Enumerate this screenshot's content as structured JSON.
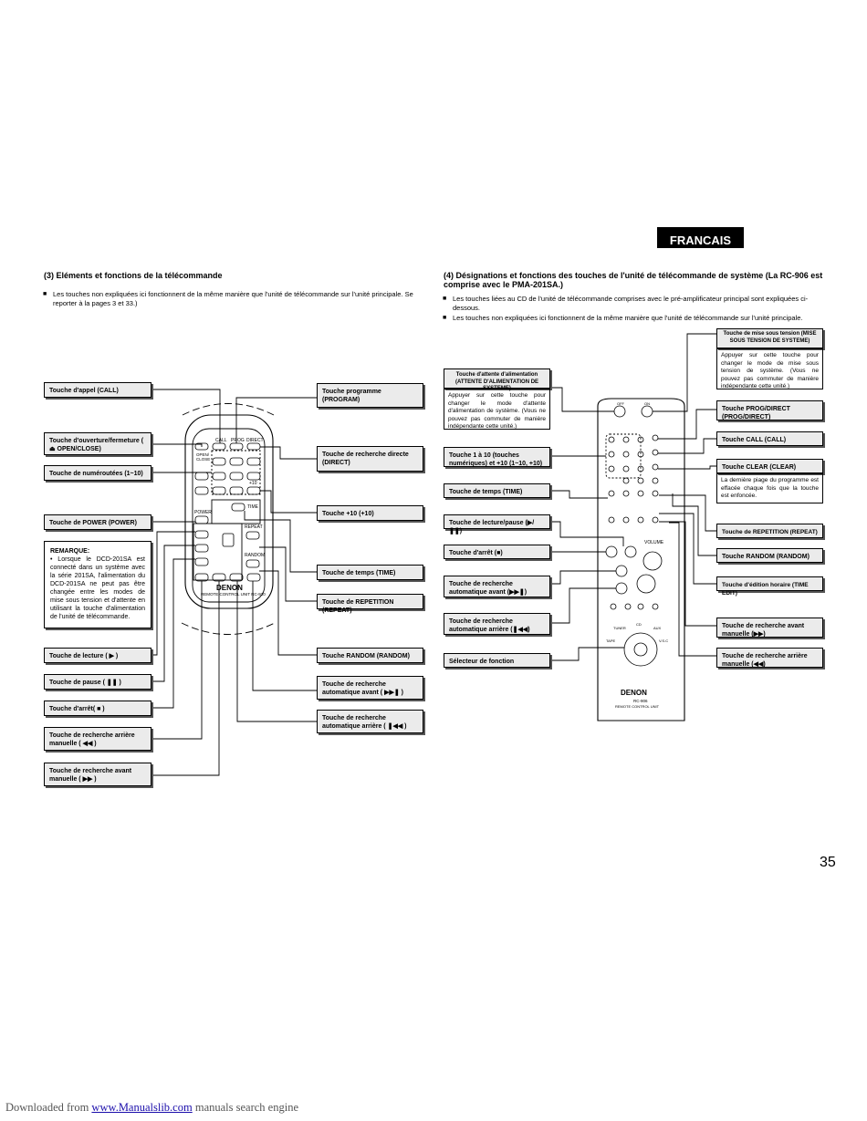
{
  "lang_tab": "FRANCAIS",
  "page_number": "35",
  "footer": {
    "prefix": "Downloaded from ",
    "link": "www.Manualslib.com",
    "suffix": " manuals search engine"
  },
  "left": {
    "title": "(3)  Eléments et fonctions de la télécommande",
    "bullet1": "Les touches non expliquées ici fonctionnent de la même manière que l'unité de télécommande sur l'unité principale. Se reporter à la pages 3 et 33.)",
    "labels": {
      "call": "Touche d'appel (CALL)",
      "open": "Touche d'ouverture/fermeture ( ⏏ OPEN/CLOSE)",
      "num": "Touche de numéroutées (1~10)",
      "power": "Touche de POWER (POWER)",
      "play": "Touche de lecture ( ▶ )",
      "pause": "Touche de pause ( ❚❚ )",
      "stop": "Touche d'arrêt( ■ )",
      "rew": "Touche de recherche arrière manuelle ( ◀◀ )",
      "ff": "Touche de recherche avant manuelle ( ▶▶ )",
      "program": "Touche programme (PROGRAM)",
      "direct": "Touche de recherche directe (DIRECT)",
      "plus10": "Touche +10 (+10)",
      "time": "Touche de temps (TIME)",
      "repeat": "Touche de REPETITION (REPEAT)",
      "random": "Touche RANDOM (RANDOM)",
      "next": "Touche de recherche automatique avant ( ▶▶❚ )",
      "prev": "Touche de recherche automatique arrière ( ❚◀◀ )"
    },
    "note_title": "REMARQUE:",
    "note_text": "Lorsque le DCD-201SA est connecté dans un système avec la série 201SA, l'alimentation du DCD-201SA ne peut pas être changée entre les modes de mise sous tension et d'attente en utilisant la touche d'alimentation de l'unité de télécommande.",
    "remote": {
      "brand": "DENON",
      "model": "REMOTE CONTROL UNIT  RC-920",
      "btn_call": "CALL",
      "btn_prog": "PROG",
      "btn_direct": "DIRECT",
      "btn_open": "OPEN/ CLOSE",
      "btn_time": "TIME",
      "btn_repeat": "REPEAT",
      "btn_random": "RANDOM",
      "btn_power": "POWER",
      "btn_plus10": "+10"
    }
  },
  "right": {
    "title": "(4)  Désignations et fonctions des touches de l'unité de télécommande de système (La RC-906 est comprise avec le PMA-201SA.)",
    "bullet1": "Les touches liées au CD de l'unité de télécommande comprises avec le pré-amplificateur principal sont expliquées ci-dessous.",
    "bullet2": "Les touches non expliquées ici fonctionnent de la même manière que l'unité de télécommande sur l'unité principale.",
    "labels": {
      "standby": "Touche d'attente d'alimentation (ATTENTE D'ALIMENTATION DE SYSTEME)",
      "standby_desc": "Appuyer sur cette touche pour changer le mode d'attente d'alimentation de système. (Vous ne pouvez pas commuter de manière indépendante cette unité.)",
      "onetoten": "Touche 1 à 10 (touches numériques) et +10 (1~10, +10)",
      "time": "Touche de temps (TIME)",
      "playpause": "Touche de lecture/pause (▶/❚❚)",
      "stop": "Touche d'arrêt (■)",
      "next": "Touche de recherche automatique avant (▶▶❚)",
      "prev": "Touche de recherche automatique arrière (❚◀◀)",
      "func": "Sélecteur de fonction",
      "poweron": "Touche de mise sous tension (MISE SOUS TENSION DE SYSTEME)",
      "poweron_desc": "Appuyer sur cette touche pour changer le mode de mise sous tension de système. (Vous ne pouvez pas commuter de manière indépendante cette unité.)",
      "progdirect": "Touche PROG/DIRECT (PROG/DIRECT)",
      "call": "Touche CALL (CALL)",
      "clear": "Touche CLEAR (CLEAR)",
      "clear_desc": "La dernière piage du programme est effacée chaque fois que la touche est enfoncée.",
      "repeat": "Touche de REPETITION (REPEAT)",
      "random": "Touche RANDOM (RANDOM)",
      "timeedit": "Touche d'édition horaire (TIME EDIT)",
      "ff": "Touche de recherche avant manuelle (▶▶)",
      "rew": "Touche de recherche arrière manuelle (◀◀)"
    },
    "remote": {
      "brand": "DENON",
      "model": "RC-906",
      "sub": "REMOTE CONTROL UNIT",
      "volume": "VOLUME",
      "off": "OFF",
      "on": "ON",
      "tuner": "TUNER",
      "cd": "CD",
      "aux": "AUX",
      "tape": "TAPE",
      "vsc": "V.S.C"
    }
  }
}
